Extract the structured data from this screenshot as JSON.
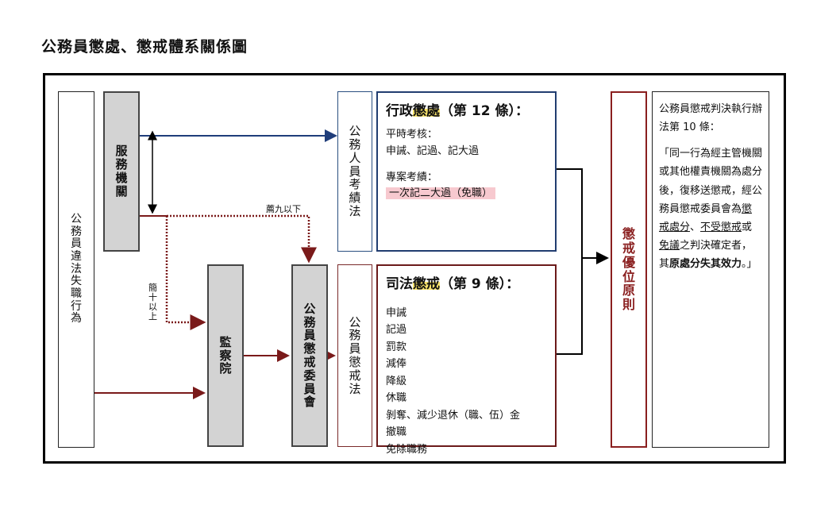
{
  "page_title": "公務員懲處、懲戒體系關係圖",
  "boxes": {
    "violation": [
      "公",
      "務",
      "員",
      "違",
      "法",
      "失",
      "職",
      "行",
      "為"
    ],
    "service_agency": [
      "服",
      "務",
      "機",
      "關"
    ],
    "control_yuan": [
      "監",
      "察",
      "院"
    ],
    "committee": [
      "公",
      "務",
      "員",
      "懲",
      "戒",
      "委",
      "員",
      "會"
    ],
    "performance_law": [
      "公",
      "務",
      "人",
      "員",
      "考",
      "績",
      "法"
    ],
    "discipline_law": [
      "公",
      "務",
      "員",
      "懲",
      "戒",
      "法"
    ],
    "principle": [
      "懲",
      "戒",
      "優",
      "位",
      "原",
      "則"
    ]
  },
  "admin": {
    "title_pre": "行政",
    "title_hl": "懲處",
    "title_post": "（第 12 條）：",
    "routine_label": "平時考核：",
    "routine_items": "申誡、記過、記大過",
    "special_label": "專案考績：",
    "special_item": "一次記二大過（免職）"
  },
  "judicial": {
    "title_pre": "司法",
    "title_hl": "懲戒",
    "title_post": "（第 9 條）：",
    "items": [
      "申誡",
      "記過",
      "罰款",
      "減俸",
      "降級",
      "休職",
      "剝奪、減少退休（職、伍）金",
      "撤職",
      "免除職務"
    ]
  },
  "article": {
    "heading": "公務員懲戒判決執行辦法第 10 條：",
    "p1": "「同一行為經主管機關或其他權責機關為處分後，復移送懲戒，經公務員懲戒委員會為",
    "u1": "懲戒處分",
    "sep": "、",
    "u2": "不受懲戒",
    "or": "或",
    "u3": "免議",
    "p2": "之判決確定者，其",
    "bold": "原處分失其效力",
    "end": "。」"
  },
  "labels": {
    "jian_ten": [
      "簡",
      "十",
      "以",
      "上"
    ],
    "jian_nine": "薦九以下"
  },
  "colors": {
    "blue_arrow": "#1f3d7a",
    "red_arrow": "#7a1a1a",
    "highlight_yellow": "#f7e26a",
    "highlight_pink": "#f7c9cf"
  }
}
